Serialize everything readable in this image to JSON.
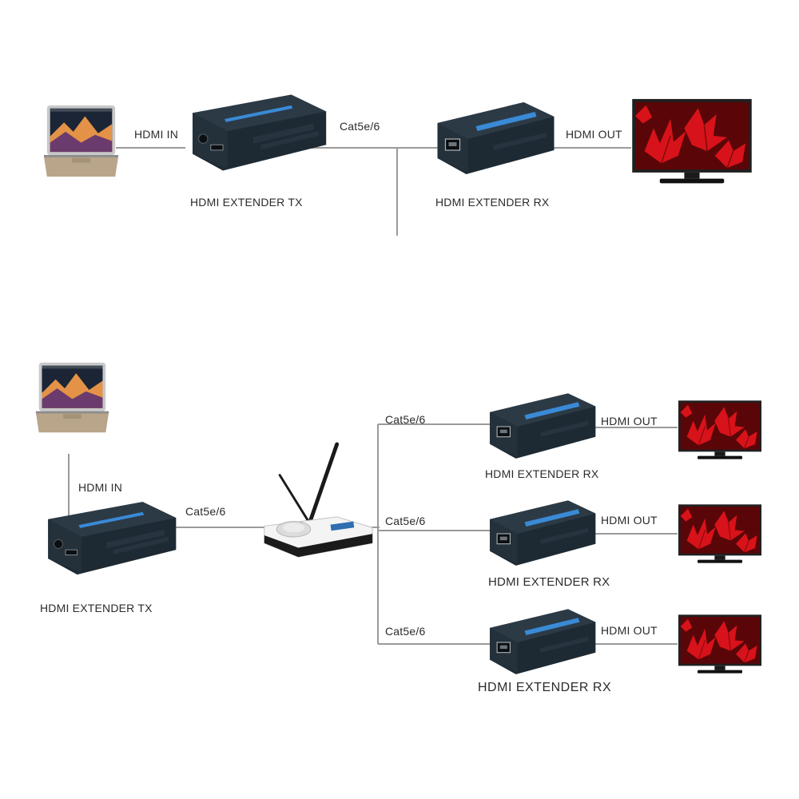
{
  "labels": {
    "hdmi_in": "HDMI IN",
    "hdmi_out": "HDMI OUT",
    "cable": "Cat5e/6",
    "tx": "HDMI EXTENDER TX",
    "rx": "HDMI EXTENDER RX"
  },
  "icons": {
    "source": "laptop-icon",
    "transmitter": "extender-tx-icon",
    "receiver": "extender-rx-icon",
    "switch": "wireless-router-icon",
    "display": "tv-icon"
  },
  "colors": {
    "wire": "#9a9a9a",
    "device_body": "#1e2a33",
    "accent": "#3a8ad6",
    "screen_red": "#d8121a"
  }
}
